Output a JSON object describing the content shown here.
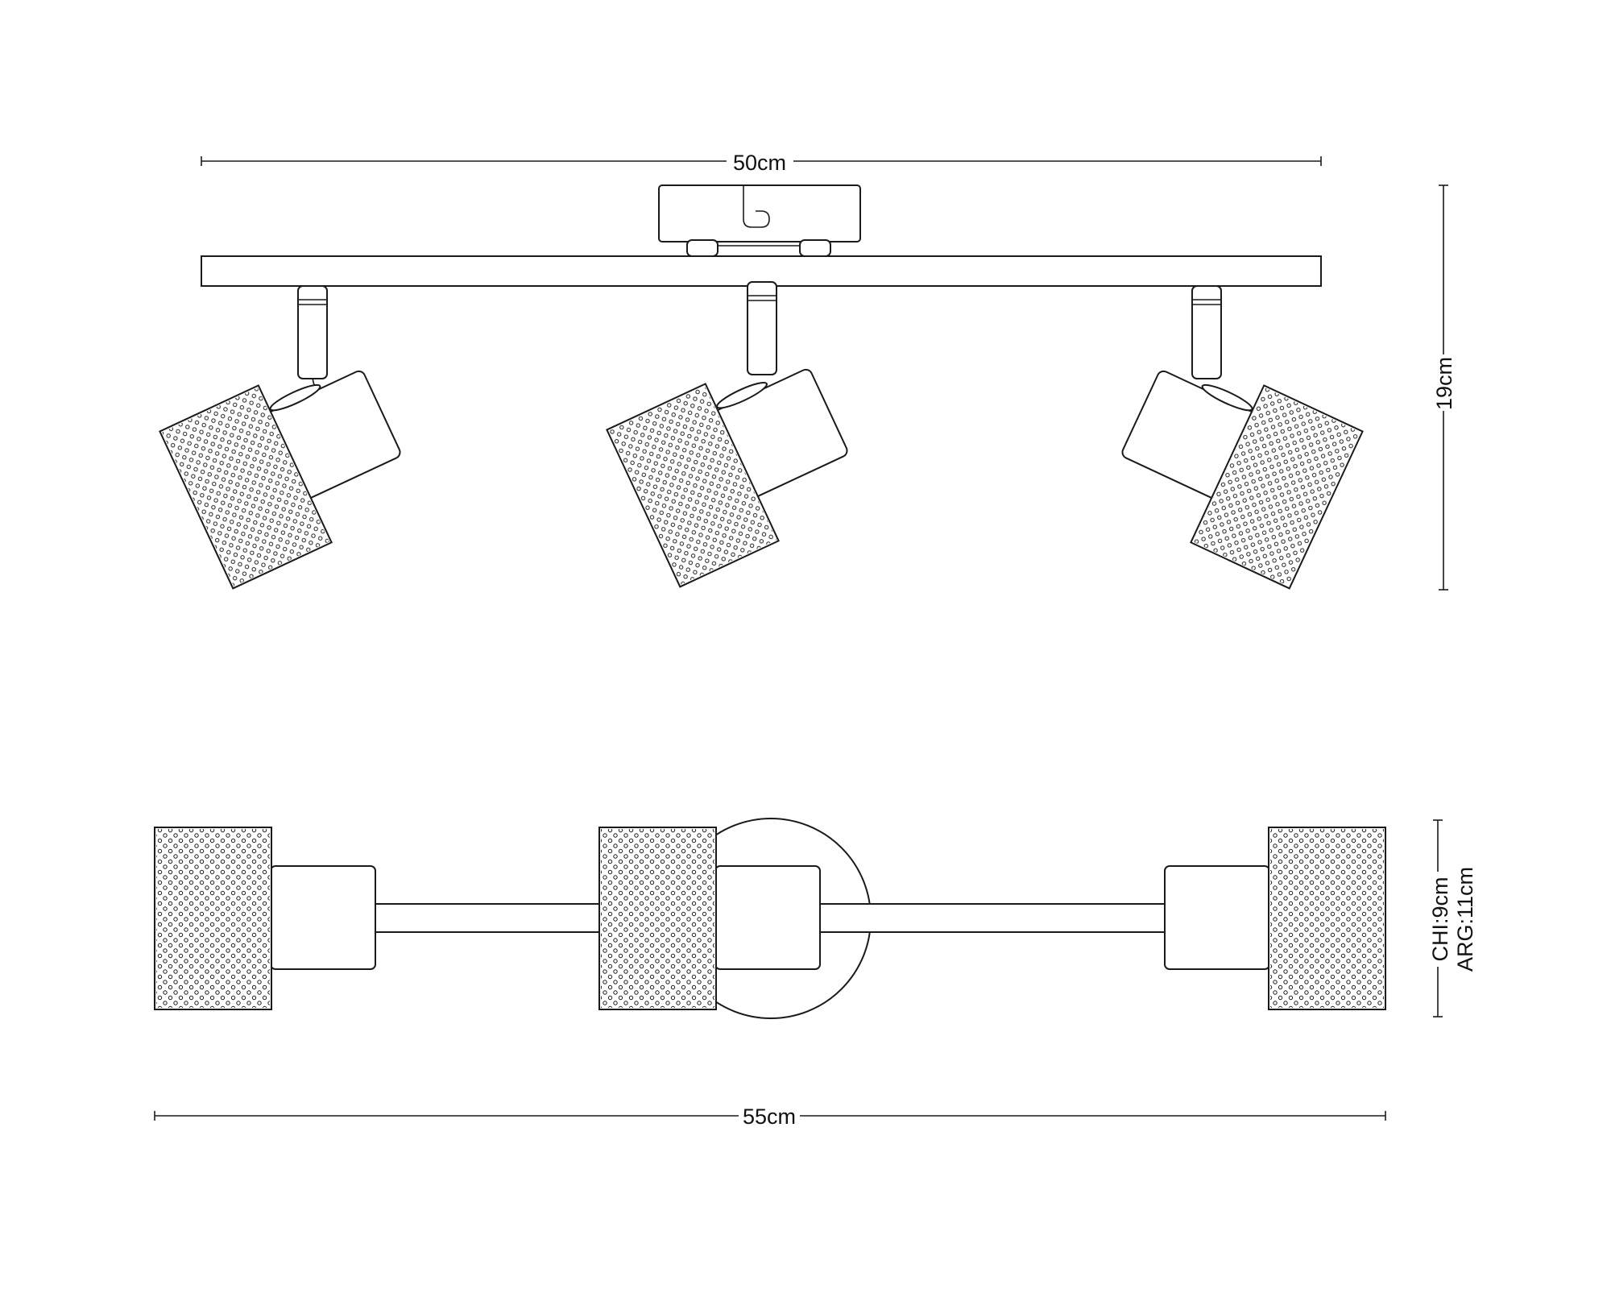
{
  "dimensions": {
    "top_width": "50cm",
    "height": "19cm",
    "bottom_width": "55cm",
    "canopy_diameter": "CHI:9cm",
    "canopy_depth": "ARG:11cm"
  },
  "colors": {
    "line": "#1a1a1a",
    "background": "#ffffff"
  }
}
